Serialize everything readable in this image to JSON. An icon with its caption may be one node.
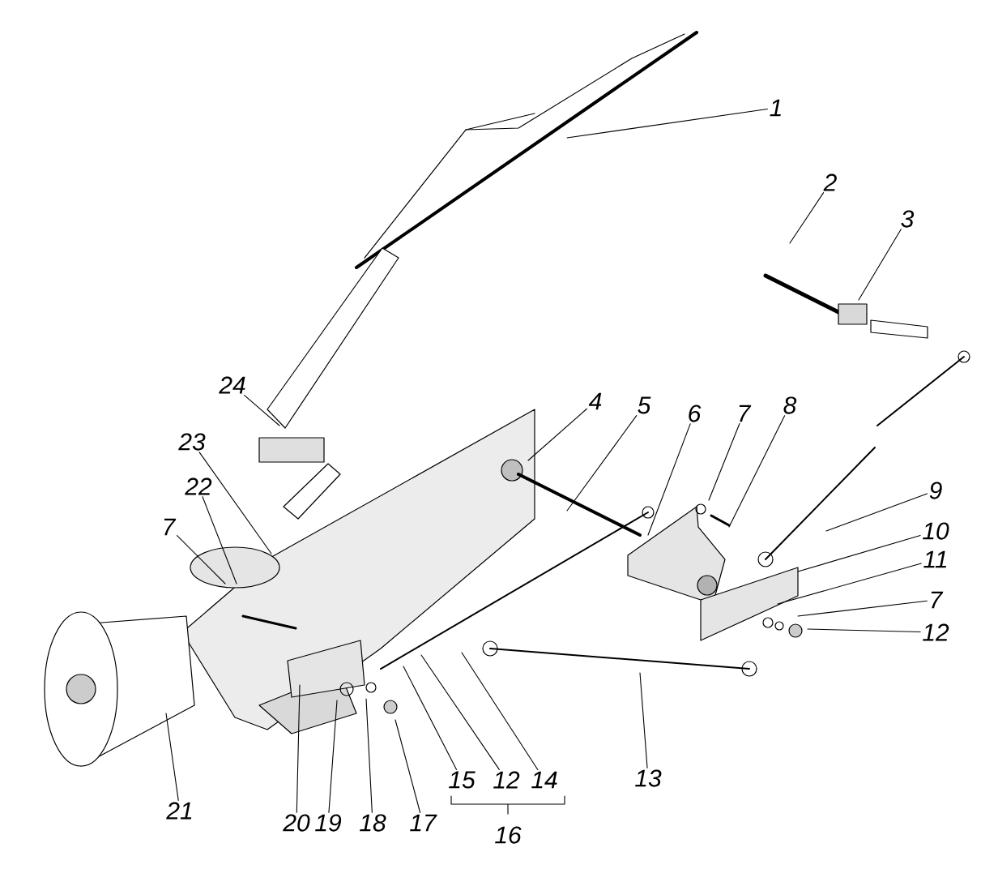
{
  "diagram": {
    "nodes": [
      {
        "text": [
          "1"
        ]
      },
      {
        "text": [
          "2"
        ]
      },
      {
        "text": [
          "3"
        ]
      },
      {
        "text": [
          "24"
        ]
      },
      {
        "text": [
          "4"
        ]
      },
      {
        "text": [
          "5"
        ]
      },
      {
        "text": [
          "6"
        ]
      },
      {
        "text": [
          "7"
        ]
      },
      {
        "text": [
          "8"
        ]
      },
      {
        "text": [
          "23"
        ]
      },
      {
        "text": [
          "22"
        ]
      },
      {
        "text": [
          "9"
        ]
      },
      {
        "text": [
          "7"
        ]
      },
      {
        "text": [
          "10"
        ]
      },
      {
        "text": [
          "11"
        ]
      },
      {
        "text": [
          "7"
        ]
      },
      {
        "text": [
          "12"
        ]
      },
      {
        "text": [
          "13"
        ]
      },
      {
        "text": [
          "15"
        ]
      },
      {
        "text": [
          "12"
        ]
      },
      {
        "text": [
          "14"
        ]
      },
      {
        "text": [
          "21"
        ]
      },
      {
        "text": [
          "20"
        ]
      },
      {
        "text": [
          "19"
        ]
      },
      {
        "text": [
          "18"
        ]
      },
      {
        "text": [
          "17"
        ]
      }
    ],
    "edges": [
      {
        "from": 0,
        "to": null,
        "arrow": "none"
      },
      {
        "from": 1,
        "to": null,
        "arrow": "none"
      },
      {
        "from": 2,
        "to": null,
        "arrow": "none"
      },
      {
        "from": 3,
        "to": null,
        "arrow": "none"
      },
      {
        "from": 4,
        "to": null,
        "arrow": "none"
      },
      {
        "from": 5,
        "to": null,
        "arrow": "none"
      },
      {
        "from": 6,
        "to": null,
        "arrow": "none"
      },
      {
        "from": 7,
        "to": null,
        "arrow": "none"
      },
      {
        "from": 8,
        "to": null,
        "arrow": "none"
      },
      {
        "from": 9,
        "to": null,
        "arrow": "none"
      },
      {
        "from": 10,
        "to": null,
        "arrow": "none"
      },
      {
        "from": 11,
        "to": null,
        "arrow": "none"
      },
      {
        "from": 12,
        "to": null,
        "arrow": "none"
      },
      {
        "from": 13,
        "to": null,
        "arrow": "none"
      },
      {
        "from": 14,
        "to": null,
        "arrow": "none"
      },
      {
        "from": 15,
        "to": null,
        "arrow": "none"
      },
      {
        "from": 16,
        "to": null,
        "arrow": "none"
      },
      {
        "from": 17,
        "to": null,
        "arrow": "none"
      },
      {
        "from": 18,
        "to": null,
        "arrow": "none"
      },
      {
        "from": 19,
        "to": null,
        "arrow": "none"
      },
      {
        "from": 20,
        "to": null,
        "arrow": "none"
      },
      {
        "from": 21,
        "to": null,
        "arrow": "none"
      },
      {
        "from": 22,
        "to": null,
        "arrow": "none"
      },
      {
        "from": 23,
        "to": null,
        "arrow": "none"
      },
      {
        "from": 24,
        "to": null,
        "arrow": "none"
      },
      {
        "from": 25,
        "to": null,
        "arrow": "none"
      }
    ],
    "labels": [
      "16"
    ]
  }
}
